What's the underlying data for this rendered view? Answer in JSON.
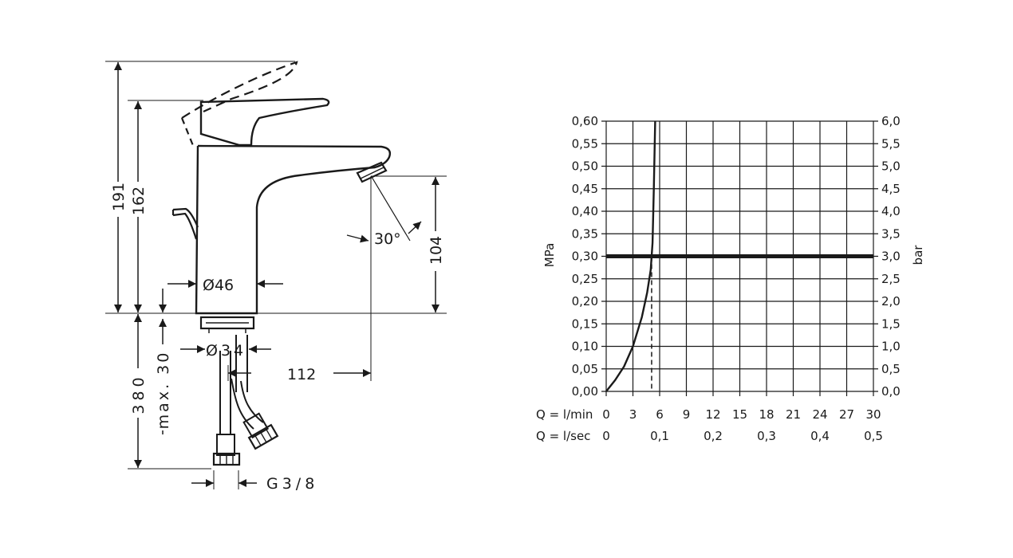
{
  "drawing": {
    "dimensions": {
      "total_height": "191",
      "lever_height": "162",
      "spout_height": "104",
      "body_diameter": "Ø46",
      "spray_angle": "30°",
      "spout_reach": "112",
      "shank_diameter": "Ø34",
      "max_thickness": "max. 30",
      "hose_length": "380",
      "connection": "G3/8"
    }
  },
  "chart_data": {
    "type": "line",
    "title": "",
    "ylabel": "MPa",
    "ylabel_right": "bar",
    "xlabel": "",
    "x_row1_label": "Q = l/min",
    "x_row2_label": "Q = l/sec",
    "ylim": [
      0,
      0.6
    ],
    "xlim": [
      0,
      30
    ],
    "grid": true,
    "y_ticks": [
      "0,00",
      "0,05",
      "0,10",
      "0,15",
      "0,20",
      "0,25",
      "0,30",
      "0,35",
      "0,40",
      "0,45",
      "0,50",
      "0,55",
      "0,60"
    ],
    "y_ticks_right": [
      "0,0",
      "0,5",
      "1,0",
      "1,5",
      "2,0",
      "2,5",
      "3,0",
      "3,5",
      "4,0",
      "4,5",
      "5,0",
      "5,5",
      "6,0"
    ],
    "x_ticks_lmin": [
      "0",
      "3",
      "6",
      "9",
      "12",
      "15",
      "18",
      "21",
      "24",
      "27",
      "30"
    ],
    "x_ticks_lsec": [
      "0",
      "0,1",
      "0,2",
      "0,3",
      "0,4",
      "0,5"
    ],
    "x_ticks_lsec_values": [
      0,
      6,
      12,
      18,
      24,
      30
    ],
    "series": [
      {
        "x": [
          0,
          1,
          2,
          3,
          4,
          4.6,
          5,
          5.2,
          5.35,
          5.5
        ],
        "y": [
          0,
          0.025,
          0.055,
          0.1,
          0.165,
          0.22,
          0.27,
          0.33,
          0.45,
          0.6
        ]
      }
    ],
    "reference_line": {
      "y": 0.3
    },
    "drop_line": {
      "x": 5.1,
      "y": 0.3
    }
  }
}
